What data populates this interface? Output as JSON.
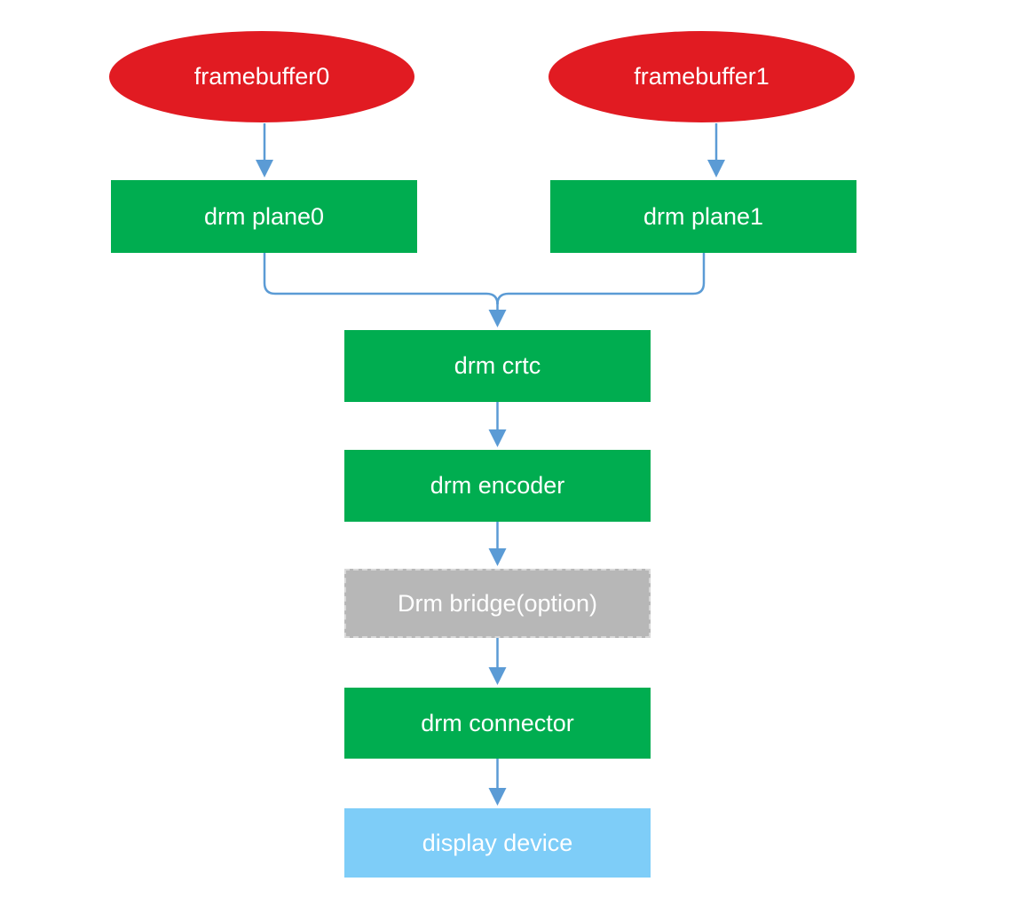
{
  "diagram": {
    "description": "DRM display pipeline flow diagram",
    "arrow_color": "#5b9bd5",
    "text_color": "#ffffff",
    "nodes": {
      "framebuffer0": {
        "label": "framebuffer0",
        "shape": "ellipse",
        "fill": "#e11b22"
      },
      "framebuffer1": {
        "label": "framebuffer1",
        "shape": "ellipse",
        "fill": "#e11b22"
      },
      "drm_plane0": {
        "label": "drm plane0",
        "shape": "rect",
        "fill": "#00ad50"
      },
      "drm_plane1": {
        "label": "drm plane1",
        "shape": "rect",
        "fill": "#00ad50"
      },
      "drm_crtc": {
        "label": "drm crtc",
        "shape": "rect",
        "fill": "#00ad50"
      },
      "drm_encoder": {
        "label": "drm encoder",
        "shape": "rect",
        "fill": "#00ad50"
      },
      "drm_bridge": {
        "label": "Drm bridge(option)",
        "shape": "rect",
        "fill": "#b7b7b7",
        "border_style": "dashed",
        "border_color": "#d8d8d8"
      },
      "drm_connector": {
        "label": "drm connector",
        "shape": "rect",
        "fill": "#00ad50"
      },
      "display_device": {
        "label": "display device",
        "shape": "rect",
        "fill": "#7ecdf8"
      }
    },
    "edges": [
      {
        "from": "framebuffer0",
        "to": "drm_plane0"
      },
      {
        "from": "framebuffer1",
        "to": "drm_plane1"
      },
      {
        "from": "drm_plane0",
        "to": "drm_crtc"
      },
      {
        "from": "drm_plane1",
        "to": "drm_crtc"
      },
      {
        "from": "drm_crtc",
        "to": "drm_encoder"
      },
      {
        "from": "drm_encoder",
        "to": "drm_bridge"
      },
      {
        "from": "drm_bridge",
        "to": "drm_connector"
      },
      {
        "from": "drm_connector",
        "to": "display_device"
      }
    ]
  }
}
